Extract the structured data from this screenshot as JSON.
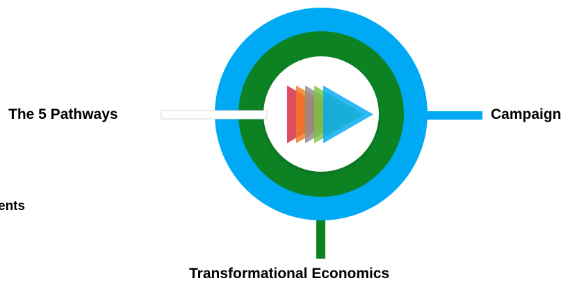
{
  "labels": {
    "left": "The 5 Pathways",
    "right": "Campaign",
    "bottom": "Transformational Economics",
    "partial_left": "ents"
  },
  "colors": {
    "outer_ring": "#00a9f4",
    "middle_ring": "#0c8223",
    "center": "#ffffff",
    "right_connector": "#00a9f4",
    "bottom_connector": "#0c8223",
    "left_connector": "#d8d8d8"
  },
  "logo": {
    "chevron_colors": [
      "#d7263d",
      "#f47920",
      "#8c8c8c",
      "#7cc242",
      "#00a9f4"
    ]
  }
}
